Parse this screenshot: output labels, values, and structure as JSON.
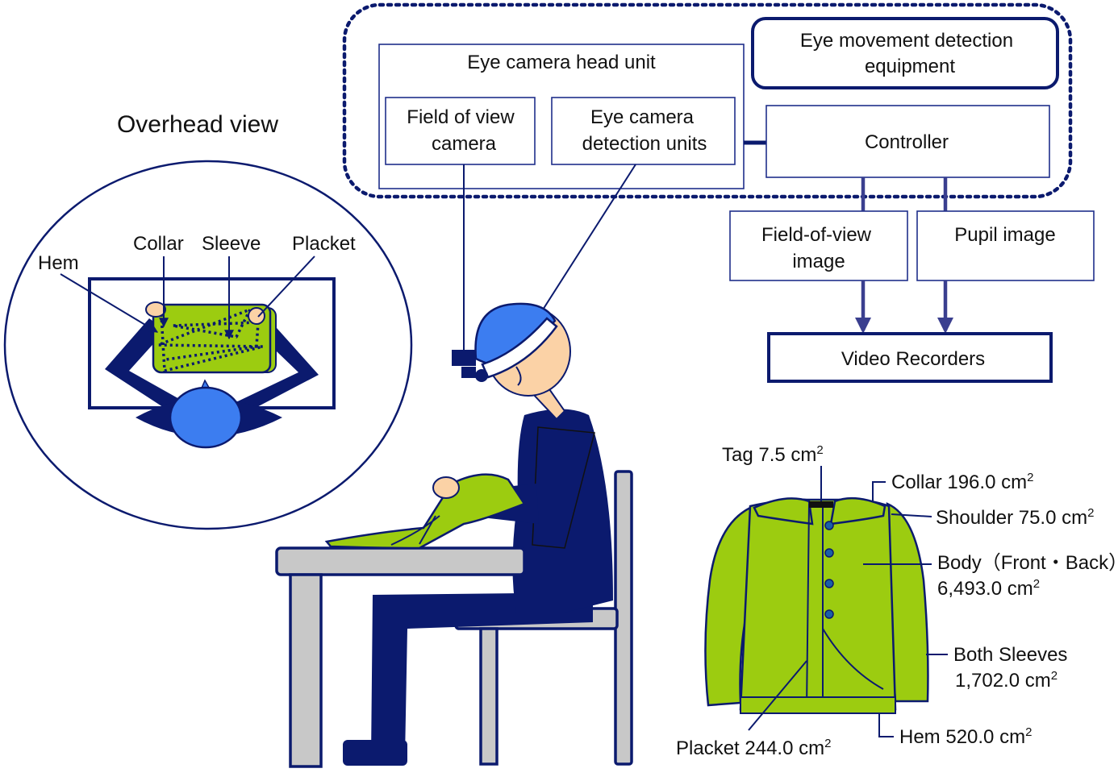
{
  "overhead": {
    "title": "Overhead view",
    "labels": {
      "hem": "Hem",
      "collar": "Collar",
      "sleeve": "Sleeve",
      "placket": "Placket"
    }
  },
  "equipment": {
    "title_line1": "Eye movement detection",
    "title_line2": "equipment",
    "head_unit": "Eye camera head unit",
    "fov_camera_line1": "Field of view",
    "fov_camera_line2": "camera",
    "detection_line1": "Eye camera",
    "detection_line2": "detection units",
    "controller": "Controller",
    "fov_image_line1": "Field-of-view",
    "fov_image_line2": "image",
    "pupil_image": "Pupil image",
    "recorders": "Video Recorders"
  },
  "garment": {
    "tag": "Tag 7.5 cm",
    "collar": "Collar 196.0 cm",
    "shoulder": "Shoulder 75.0 cm",
    "body_line1": "Body（Front・Back）",
    "body_line2": "6,493.0 cm",
    "sleeves_line1": "Both Sleeves",
    "sleeves_line2": "1,702.0 cm",
    "hem": "Hem 520.0 cm",
    "placket": "Placket 244.0 cm",
    "unit_sup": "2"
  },
  "colors": {
    "navy": "#0b1a6e",
    "green": "#9ccc10",
    "blue": "#3c7df0",
    "skin": "#fbd2a6",
    "gray": "#c8c8c8"
  }
}
